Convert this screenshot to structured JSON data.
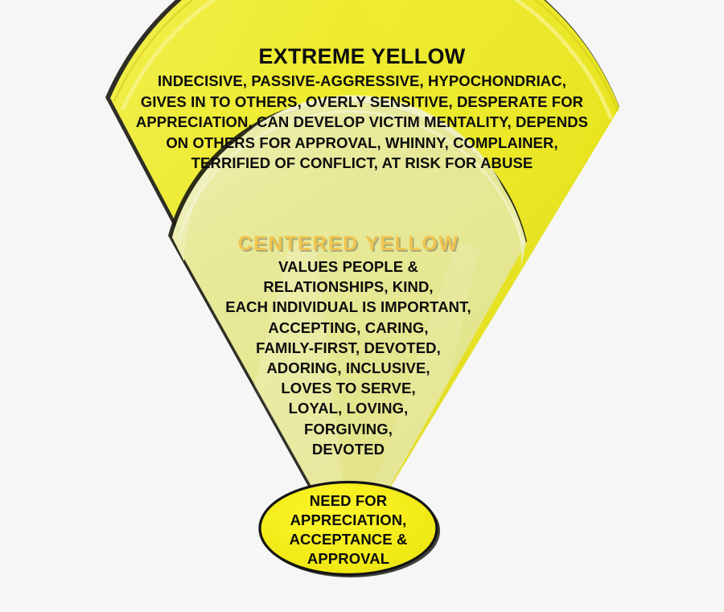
{
  "meta": {
    "background_color": "#f6f6f6",
    "diagram_kind": "concentric wedge / fan personality-type chart"
  },
  "palette": {
    "extreme_fill": "#ecea1e",
    "extreme_fill_dark": "#dcd41a",
    "extreme_highlight": "#f4f06a",
    "centered_fill": "#e4e58b",
    "centered_fill_light": "#edefb2",
    "centered_highlight": "#f1f2c4",
    "core_fill": "#f2ea16",
    "outline": "#141414",
    "centered_title_color": "#f0c44e",
    "centered_title_shadow": "#78785f",
    "body_text_color": "#0d0d0d"
  },
  "outer_ring": {
    "name": "extreme-yellow-wedge",
    "title": "EXTREME YELLOW",
    "traits_lines": [
      "INDECISIVE, PASSIVE-AGGRESSIVE, HYPOCHONDRIAC,",
      "GIVES IN TO OTHERS, OVERLY SENSITIVE, DESPERATE FOR",
      "APPRECIATION, CAN DEVELOP VICTIM MENTALITY, DEPENDS",
      "ON OTHERS FOR APPROVAL, WHINNY, COMPLAINER,",
      "TERRIFIED OF CONFLICT, AT RISK FOR ABUSE"
    ]
  },
  "middle_ring": {
    "name": "centered-yellow-wedge",
    "title": "CENTERED YELLOW",
    "traits_lines": [
      "VALUES PEOPLE &",
      "RELATIONSHIPS, KIND,",
      "EACH INDIVIDUAL IS IMPORTANT,",
      "ACCEPTING, CARING,",
      "FAMILY-FIRST, DEVOTED,",
      "ADORING, INCLUSIVE,",
      "LOVES TO SERVE,",
      "LOYAL, LOVING,",
      "FORGIVING,",
      "DEVOTED"
    ]
  },
  "core": {
    "name": "core-motive-ellipse",
    "lines": [
      "NEED FOR",
      "APPRECIATION,",
      "ACCEPTANCE &",
      "APPROVAL"
    ]
  }
}
